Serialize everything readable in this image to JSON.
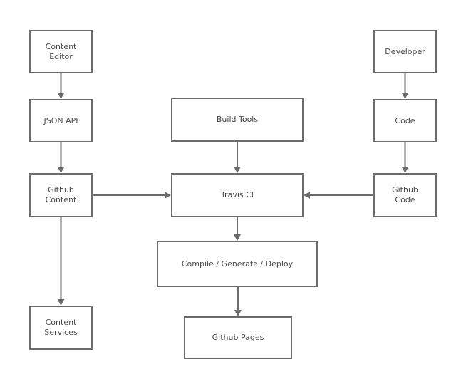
{
  "nodes": {
    "content_editor": "Content\nEditor",
    "json_api": "JSON API",
    "github_content": "Github\nContent",
    "content_services": "Content\nServices",
    "build_tools": "Build Tools",
    "travis_ci": "Travis CI",
    "compile": "Compile / Generate / Deploy",
    "github_pages": "Github Pages",
    "developer": "Developer",
    "code": "Code",
    "github_code": "Github\nCode"
  },
  "edges": [
    {
      "from": "content_editor",
      "to": "json_api"
    },
    {
      "from": "json_api",
      "to": "github_content"
    },
    {
      "from": "github_content",
      "to": "content_services"
    },
    {
      "from": "github_content",
      "to": "travis_ci"
    },
    {
      "from": "build_tools",
      "to": "travis_ci"
    },
    {
      "from": "developer",
      "to": "code"
    },
    {
      "from": "code",
      "to": "github_code"
    },
    {
      "from": "github_code",
      "to": "travis_ci"
    },
    {
      "from": "travis_ci",
      "to": "compile"
    },
    {
      "from": "compile",
      "to": "github_pages"
    }
  ],
  "colors": {
    "stroke": "#6b6b6b",
    "text": "#4a4a4a",
    "background": "#ffffff"
  }
}
